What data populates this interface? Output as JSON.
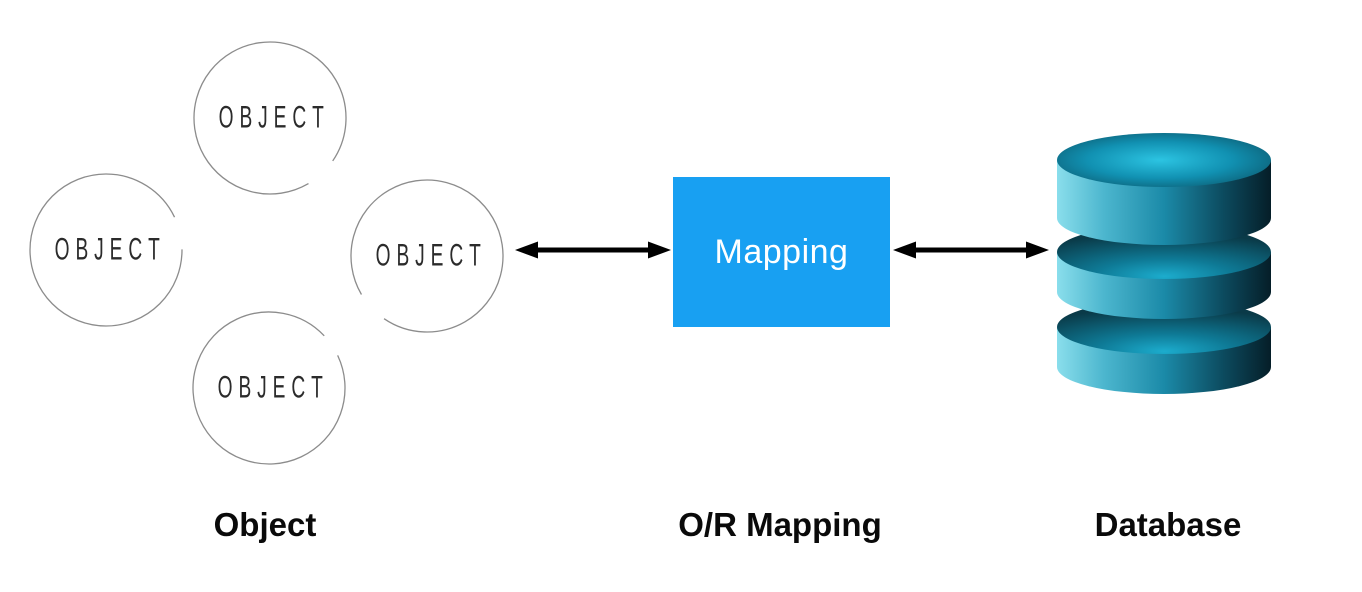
{
  "objects": {
    "caption": "Object",
    "circles": [
      {
        "label": "OBJECT"
      },
      {
        "label": "OBJECT"
      },
      {
        "label": "OBJECT"
      },
      {
        "label": "OBJECT"
      }
    ]
  },
  "mapping": {
    "label": "Mapping",
    "caption": "O/R Mapping"
  },
  "database": {
    "caption": "Database"
  },
  "colors": {
    "mapping_box": "#18a0f2",
    "mapping_text": "#ffffff",
    "arrow": "#000000",
    "circle_stroke": "#8c8c8c",
    "object_text": "#2b2b2b",
    "caption_text": "#0a0a0a",
    "db_light": "#82d8e8",
    "db_mid": "#1b8aa8",
    "db_dark": "#06242f"
  }
}
